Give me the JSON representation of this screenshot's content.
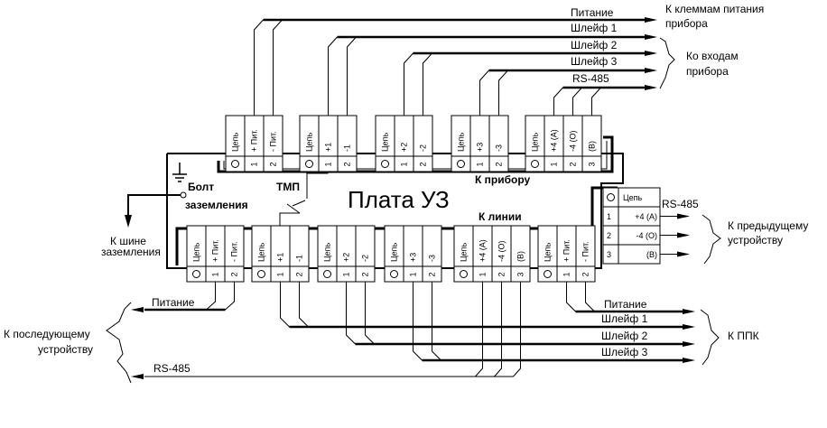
{
  "board": {
    "title": "Плата УЗ",
    "to_device_label": "К прибору",
    "to_line_label": "К линии",
    "ground_bolt_label_1": "Болт",
    "ground_bolt_label_2": "заземления",
    "ground_bus_label_1": "К шине",
    "ground_bus_label_2": "заземления",
    "tamper_label": "ТМП"
  },
  "top_connectors": [
    {
      "pins": [
        "Цепь",
        "+ Пит.",
        "- Пит."
      ],
      "nums": [
        "",
        "1",
        "2"
      ]
    },
    {
      "pins": [
        "Цепь",
        "+1",
        "-1"
      ],
      "nums": [
        "",
        "1",
        "2"
      ]
    },
    {
      "pins": [
        "Цепь",
        "+2",
        "-2"
      ],
      "nums": [
        "",
        "1",
        "2"
      ]
    },
    {
      "pins": [
        "Цепь",
        "+3",
        "-3"
      ],
      "nums": [
        "",
        "1",
        "2"
      ]
    },
    {
      "pins": [
        "Цепь",
        "+4 (A)",
        "-4 (O)",
        "(B)"
      ],
      "nums": [
        "",
        "1",
        "2",
        "3"
      ]
    }
  ],
  "bottom_connectors": [
    {
      "pins": [
        "Цепь",
        "+ Пит.",
        "- Пит."
      ],
      "nums": [
        "",
        "1",
        "2"
      ]
    },
    {
      "pins": [
        "Цепь",
        "+1",
        "-1"
      ],
      "nums": [
        "",
        "1",
        "2"
      ]
    },
    {
      "pins": [
        "Цепь",
        "+2",
        "-2"
      ],
      "nums": [
        "",
        "1",
        "2"
      ]
    },
    {
      "pins": [
        "Цепь",
        "+3",
        "-3"
      ],
      "nums": [
        "",
        "1",
        "2"
      ]
    },
    {
      "pins": [
        "Цепь",
        "+4 (A)",
        "-4 (O)",
        "(B)"
      ],
      "nums": [
        "",
        "1",
        "2",
        "3"
      ]
    },
    {
      "pins": [
        "Цепь",
        "+ Пит.",
        "- Пит."
      ],
      "nums": [
        "",
        "1",
        "2"
      ]
    }
  ],
  "side_connector": {
    "header": "Цепь",
    "rows": [
      {
        "num": "1",
        "label": "+4 (A)"
      },
      {
        "num": "2",
        "label": "-4 (O)"
      },
      {
        "num": "3",
        "label": "(B)"
      }
    ]
  },
  "top_wires": {
    "labels": [
      "Питание",
      "Шлейф 1",
      "Шлейф 2",
      "Шлейф 3",
      "RS-485"
    ],
    "dest_power_1": "К клеммам питания",
    "dest_power_2": "прибора",
    "dest_inputs_1": "Ко входам",
    "dest_inputs_2": "прибора"
  },
  "right_wires": {
    "label": "RS-485",
    "dest_1": "К предыдущему",
    "dest_2": "устройству"
  },
  "bottom_right_wires": {
    "labels": [
      "Питание",
      "Шлейф 1",
      "Шлейф 2",
      "Шлейф 3"
    ],
    "dest": "К ППК"
  },
  "bottom_left_wires": {
    "power_label": "Питание",
    "rs485_label": "RS-485",
    "dest_1": "К последующему",
    "dest_2": "устройству"
  }
}
